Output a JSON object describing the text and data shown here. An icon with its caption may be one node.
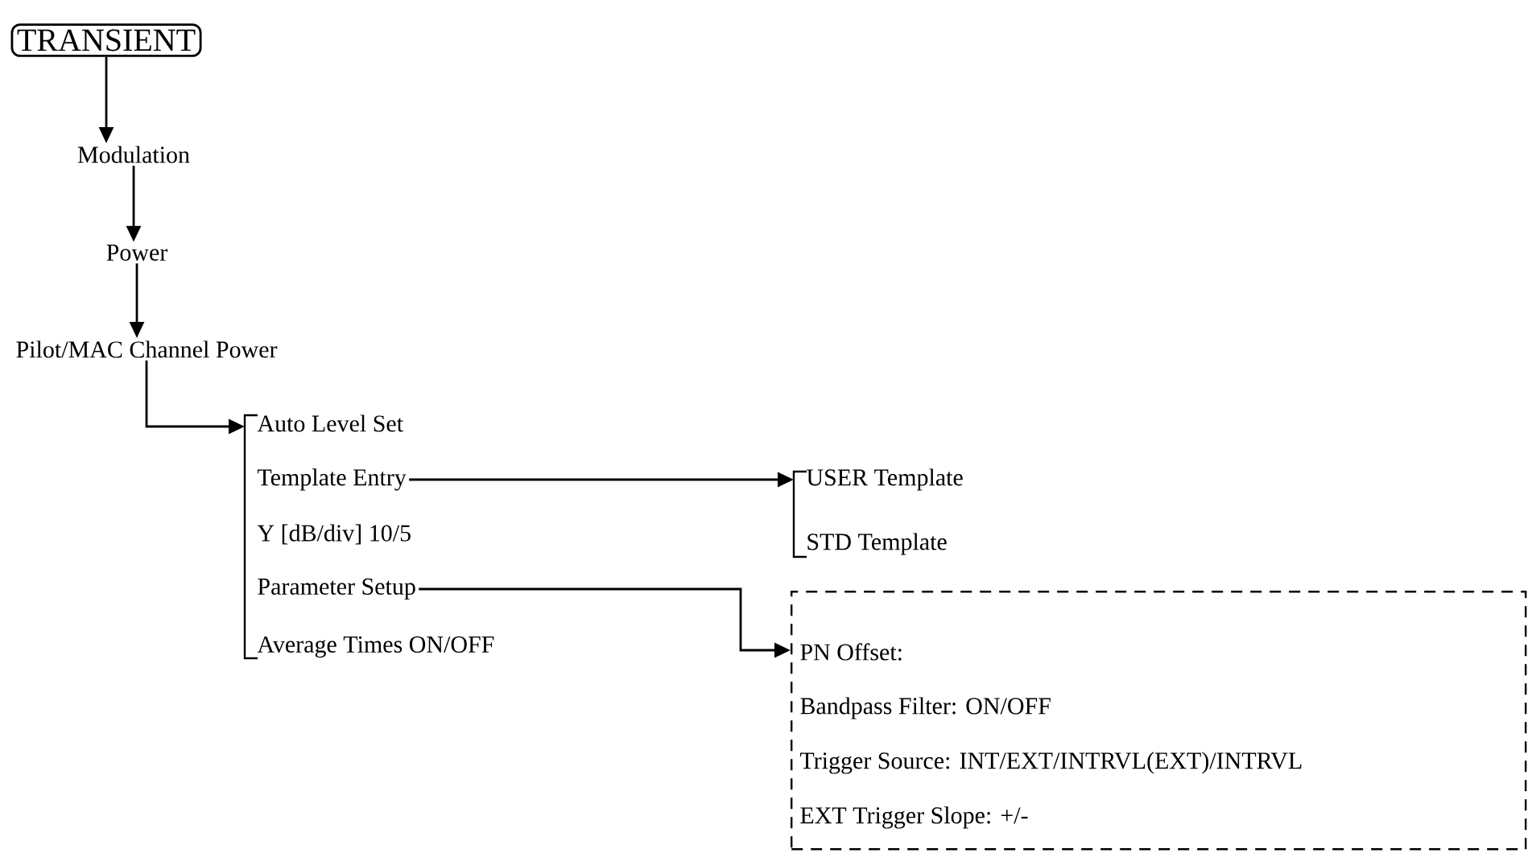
{
  "diagram": {
    "nodes": [
      {
        "text": [
          "TRANSIENT"
        ]
      },
      {
        "text": [
          "Modulation"
        ]
      },
      {
        "text": [
          "Power"
        ]
      },
      {
        "text": [
          "Pilot/MAC Channel Power"
        ]
      },
      {
        "text": [],
        "shape": "bracket"
      },
      {
        "text": [
          "Auto Level Set"
        ]
      },
      {
        "text": [
          "Template Entry"
        ]
      },
      {
        "text": [
          "Y [dB/div] 10/5"
        ]
      },
      {
        "text": [
          "Parameter Setup"
        ]
      },
      {
        "text": [
          "Average Times ON/OFF"
        ]
      },
      {
        "text": [],
        "shape": "bracket"
      },
      {
        "text": [
          "USER Template"
        ]
      },
      {
        "text": [
          "STD Template"
        ]
      },
      {
        "text": [],
        "shape": "box"
      },
      {
        "text": [
          "PN Offset:"
        ],
        "in": 13
      },
      {
        "text": [
          "Bandpass Filter: ON/OFF"
        ],
        "in": 13
      },
      {
        "text": [
          "Trigger Source: INT/EXT/INTRVL(EXT)/INTRVL"
        ],
        "in": 13
      },
      {
        "text": [
          "EXT Trigger Slope: +/-"
        ],
        "in": 13
      }
    ],
    "edges": [
      {
        "from": 0,
        "to": 1,
        "arrow": "to"
      },
      {
        "from": 1,
        "to": 2,
        "arrow": "to"
      },
      {
        "from": 2,
        "to": 3,
        "arrow": "to"
      },
      {
        "from": 3,
        "to": 4,
        "arrow": "to"
      },
      {
        "from": 6,
        "to": 10,
        "arrow": "to"
      },
      {
        "from": 8,
        "to": 13,
        "arrow": "to"
      }
    ]
  }
}
